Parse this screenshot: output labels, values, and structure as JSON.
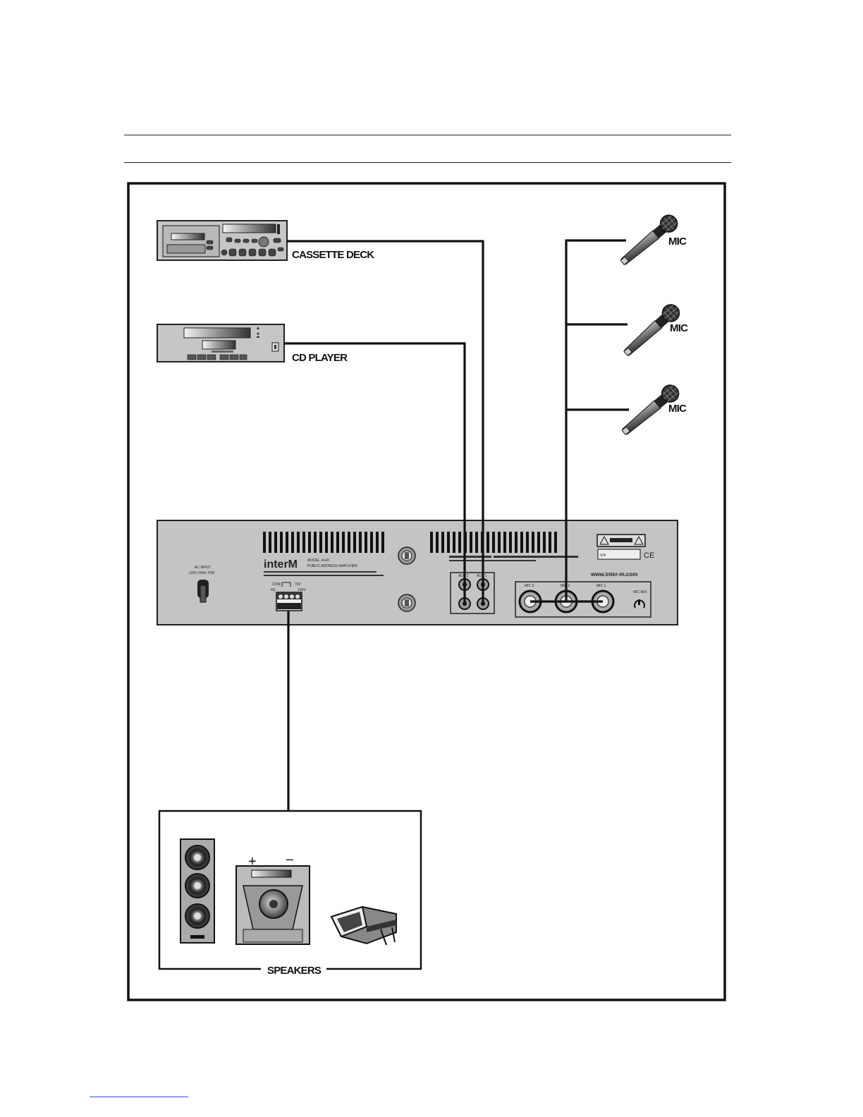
{
  "diagram": {
    "devices": {
      "cassette_deck": "CASSETTE DECK",
      "cd_player": "CD PLAYER",
      "mics": [
        "MIC",
        "MIC",
        "MIC"
      ],
      "speakers": "SPEAKERS"
    },
    "amplifier": {
      "brand": "interM",
      "model_line": "MODEL: A-60",
      "subtitle": "PUBLIC ADDRESS AMPLIFIER",
      "ac_input": "AC INPUT",
      "ac_rating": "220V 60Hz 70W",
      "website": "www.inter-m.com",
      "serial_label": "S/N",
      "certification": "CE",
      "output_labels": [
        "COM",
        "4Ω",
        "70V",
        "100V"
      ],
      "aux_labels": [
        "AUX 2",
        "AUX 1"
      ],
      "mic_labels": [
        "MIC 3",
        "MIC 2",
        "MIC 1"
      ],
      "mic_control_label": "MIC MIX"
    },
    "speaker_polarity": [
      "+",
      "−"
    ]
  }
}
